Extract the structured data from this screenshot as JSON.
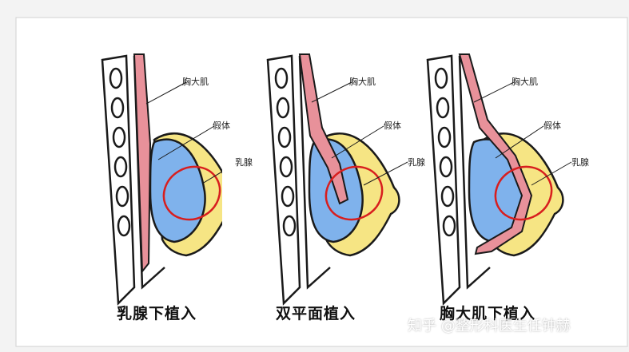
{
  "panels": [
    {
      "labels": {
        "pectoral": "胸大肌",
        "implant": "假体",
        "gland": "乳腺"
      },
      "caption": "乳腺下植入"
    },
    {
      "labels": {
        "pectoral": "胸大肌",
        "implant": "假体",
        "gland": "乳腺"
      },
      "caption": "双平面植入"
    },
    {
      "labels": {
        "pectoral": "胸大肌",
        "implant": "假体",
        "gland": "乳腺"
      },
      "caption": "胸大肌下植入"
    }
  ],
  "watermark": "知乎 @整形科医生任钟赫",
  "colors": {
    "implant": "#7fb2ec",
    "gland": "#f6e584",
    "muscle": "#e8919a",
    "outline": "#1a1a1a",
    "highlight_circle": "#d81e1e"
  }
}
